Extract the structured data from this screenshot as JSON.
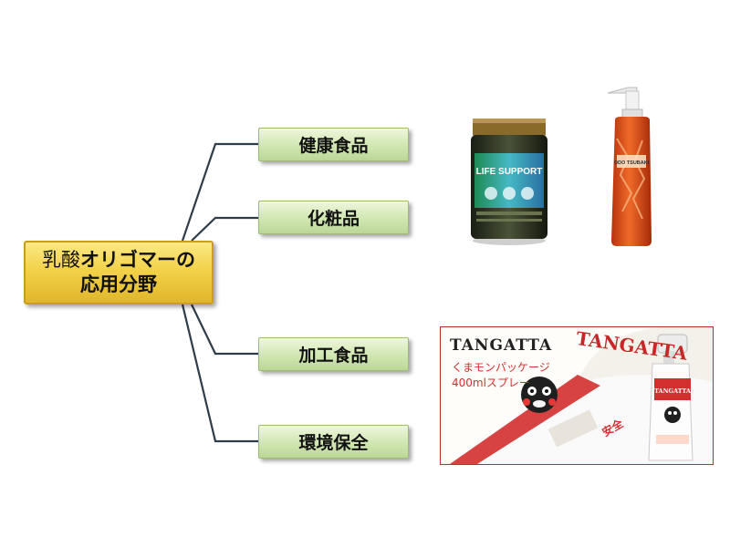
{
  "diagram": {
    "root": {
      "line1_prefix": "乳酸",
      "line1_main": "オリゴマーの",
      "line2": "応用分野"
    },
    "branches": [
      {
        "label": "健康食品"
      },
      {
        "label": "化粧品"
      },
      {
        "label": "加工食品"
      },
      {
        "label": "環境保全"
      }
    ]
  },
  "products": {
    "supplement": {
      "label": "LIFE SUPPORT"
    },
    "shampoo": {
      "label": "ODO TSUBAKI"
    },
    "tangatta": {
      "title": "TANGATTA",
      "subtitle1": "くまモンパッケージ",
      "subtitle2": "400mlスプレー",
      "brand": "TANGATTA",
      "bottle_label": "TANGATTA",
      "safety_mark": "安全"
    }
  },
  "colors": {
    "root_fill": "#f3d24a",
    "branch_fill": "#d3e8b4",
    "connector": "#2f3d4a",
    "accent_red": "#d32f2f"
  }
}
